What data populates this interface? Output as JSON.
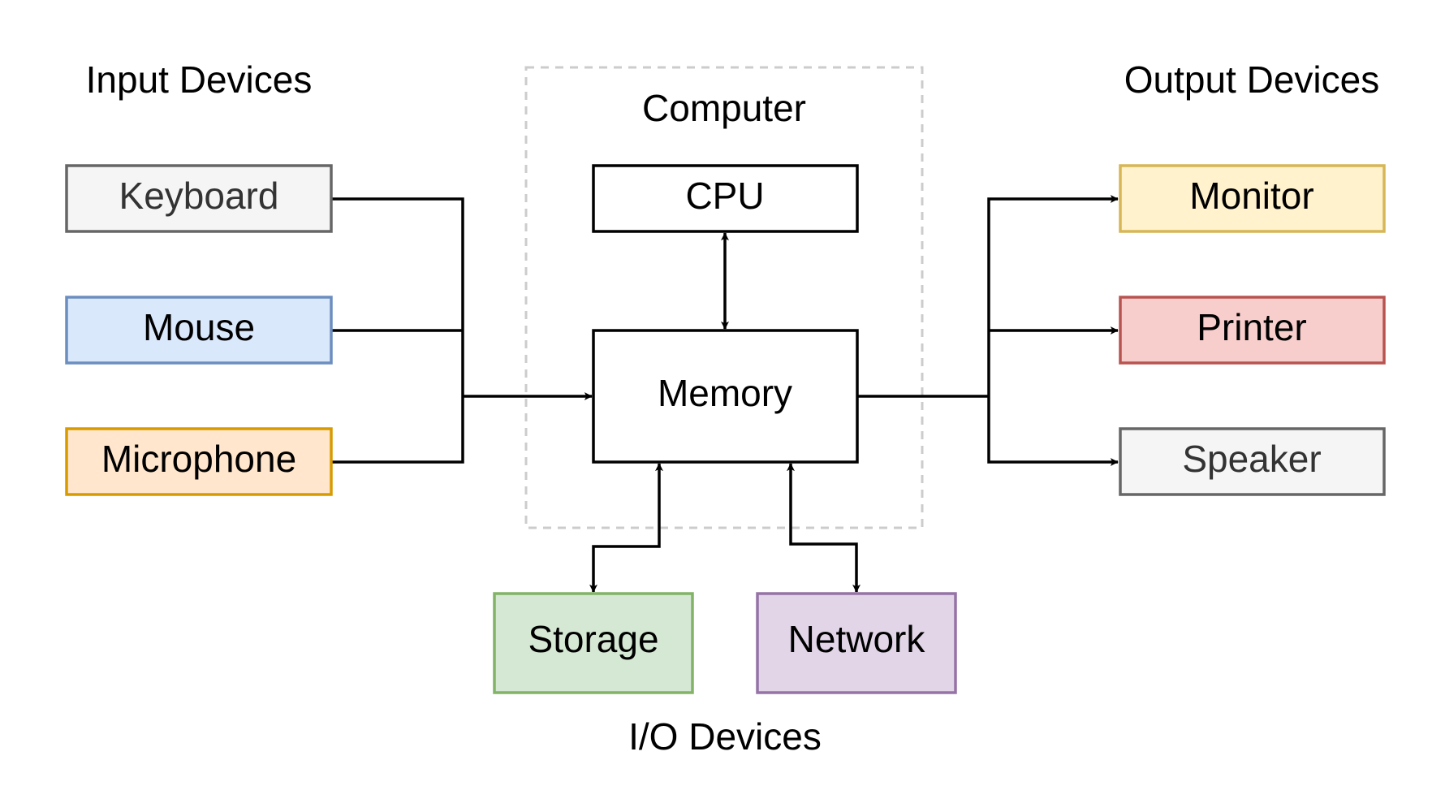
{
  "groups": {
    "input": "Input Devices",
    "computer": "Computer",
    "output": "Output Devices",
    "io": "I/O Devices"
  },
  "nodes": {
    "keyboard": {
      "label": "Keyboard",
      "fill": "#f5f5f5",
      "stroke": "#666666",
      "text": "#333333"
    },
    "mouse": {
      "label": "Mouse",
      "fill": "#dae8fc",
      "stroke": "#6c8ebf",
      "text": "#000000"
    },
    "microphone": {
      "label": "Microphone",
      "fill": "#ffe6cc",
      "stroke": "#d79b00",
      "text": "#000000"
    },
    "cpu": {
      "label": "CPU",
      "fill": "#ffffff",
      "stroke": "#000000",
      "text": "#000000"
    },
    "memory": {
      "label": "Memory",
      "fill": "#ffffff",
      "stroke": "#000000",
      "text": "#000000"
    },
    "monitor": {
      "label": "Monitor",
      "fill": "#fff2cc",
      "stroke": "#d6b656",
      "text": "#000000"
    },
    "printer": {
      "label": "Printer",
      "fill": "#f8cecc",
      "stroke": "#b85450",
      "text": "#000000"
    },
    "speaker": {
      "label": "Speaker",
      "fill": "#f5f5f5",
      "stroke": "#666666",
      "text": "#333333"
    },
    "storage": {
      "label": "Storage",
      "fill": "#d5e8d4",
      "stroke": "#82b366",
      "text": "#000000"
    },
    "network": {
      "label": "Network",
      "fill": "#e1d5e7",
      "stroke": "#9673a6",
      "text": "#000000"
    }
  },
  "edges": [
    {
      "from": "keyboard",
      "to": "memory"
    },
    {
      "from": "mouse",
      "to": "memory"
    },
    {
      "from": "microphone",
      "to": "memory"
    },
    {
      "from": "cpu",
      "to": "memory",
      "bidirectional": true
    },
    {
      "from": "memory",
      "to": "monitor"
    },
    {
      "from": "memory",
      "to": "printer"
    },
    {
      "from": "memory",
      "to": "speaker"
    },
    {
      "from": "memory",
      "to": "storage",
      "bidirectional": true
    },
    {
      "from": "memory",
      "to": "network",
      "bidirectional": true
    }
  ],
  "colors": {
    "group_border": "#cccccc",
    "edge": "#000000"
  }
}
